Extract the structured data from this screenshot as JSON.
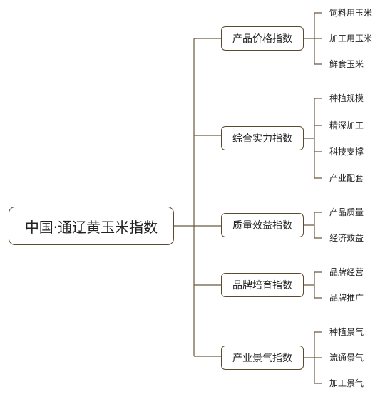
{
  "root": {
    "label": "中国·通辽黄玉米指数"
  },
  "branches": [
    {
      "label": "产品价格指数",
      "leaves": [
        "饲料用玉米",
        "加工用玉米",
        "鲜食玉米"
      ]
    },
    {
      "label": "综合实力指数",
      "leaves": [
        "种植规模",
        "精深加工",
        "科技支撑",
        "产业配套"
      ]
    },
    {
      "label": "质量效益指数",
      "leaves": [
        "产品质量",
        "经济效益"
      ]
    },
    {
      "label": "品牌培育指数",
      "leaves": [
        "品牌经营",
        "品牌推广"
      ]
    },
    {
      "label": "产业景气指数",
      "leaves": [
        "种植景气",
        "流通景气",
        "加工景气"
      ]
    }
  ],
  "colors": {
    "connector": "#6b5a3e",
    "box_border": "#5a4a32",
    "text": "#222222",
    "background": "#ffffff"
  }
}
